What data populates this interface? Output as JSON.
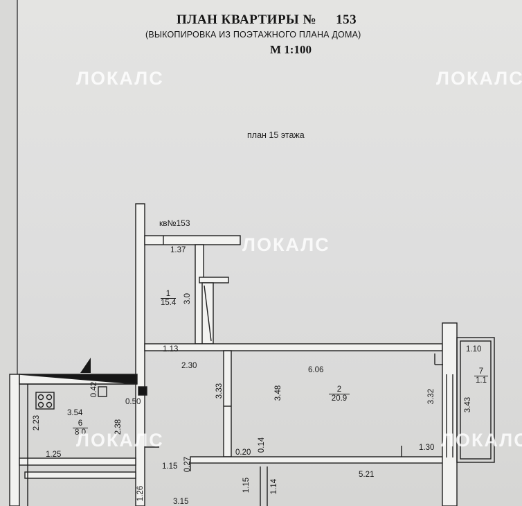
{
  "header": {
    "title": "ПЛАН КВАРТИРЫ №",
    "number": "153",
    "subtitle": "(ВЫКОПИРОВКА ИЗ ПОЭТАЖНОГО ПЛАНА ДОМА)",
    "scale": "М 1:100"
  },
  "floor_label": "план 15 этажа",
  "apartment_label": "кв№153",
  "watermark": "ЛОКАЛС",
  "rooms": [
    {
      "num": "1",
      "area": "15.4"
    },
    {
      "num": "2",
      "area": "20.9"
    },
    {
      "num": "6",
      "area": "8.0"
    },
    {
      "num": "7",
      "area": "1.1"
    }
  ],
  "dims": {
    "d137": "1.37",
    "d30": "3.0",
    "d113": "1.13",
    "d230": "2.30",
    "d606": "6.06",
    "d110": "1.10",
    "d333": "3.33",
    "d348": "3.48",
    "d332": "3.32",
    "d343": "3.43",
    "d042": "0.42",
    "d050": "0.50",
    "d354": "3.54",
    "d223": "2.23",
    "d238": "2.38",
    "d125": "1.25",
    "d020": "0.20",
    "d014": "0.14",
    "d130": "1.30",
    "d115a": "1.15",
    "d027": "0.27",
    "d521": "5.21",
    "d115b": "1.15",
    "d114": "1.14",
    "d126": "1.26",
    "d315": "3.15"
  }
}
